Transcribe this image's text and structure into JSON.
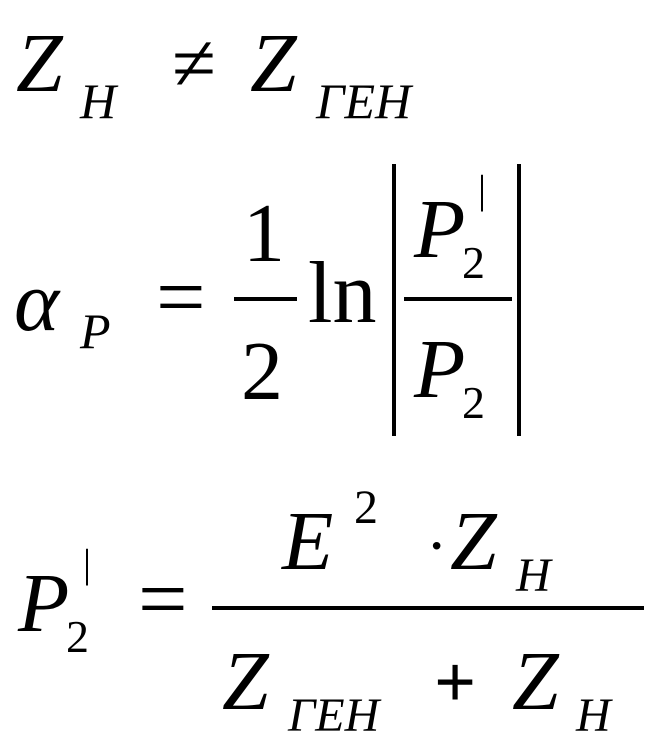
{
  "equations": [
    {
      "lhs": {
        "symbol": "Z",
        "subscript": "Н"
      },
      "relation": "≠",
      "rhs": {
        "symbol": "Z",
        "subscript": "ГЕН"
      }
    },
    {
      "lhs": {
        "symbol": "α",
        "subscript": "Р"
      },
      "relation": "=",
      "coefficient": {
        "numerator": "1",
        "denominator": "2"
      },
      "function": "ln",
      "argument": {
        "numerator": {
          "symbol": "P",
          "subscript": "2",
          "prime": "|"
        },
        "denominator": {
          "symbol": "P",
          "subscript": "2"
        }
      }
    },
    {
      "lhs": {
        "symbol": "P",
        "subscript": "2",
        "prime": "|"
      },
      "relation": "=",
      "numerator": {
        "base": "E",
        "exponent": "2",
        "operator": "·",
        "factor": {
          "symbol": "Z",
          "subscript": "Н"
        }
      },
      "denominator": {
        "term1": {
          "symbol": "Z",
          "subscript": "ГЕН"
        },
        "operator": "+",
        "term2": {
          "symbol": "Z",
          "subscript": "Н"
        }
      }
    }
  ]
}
